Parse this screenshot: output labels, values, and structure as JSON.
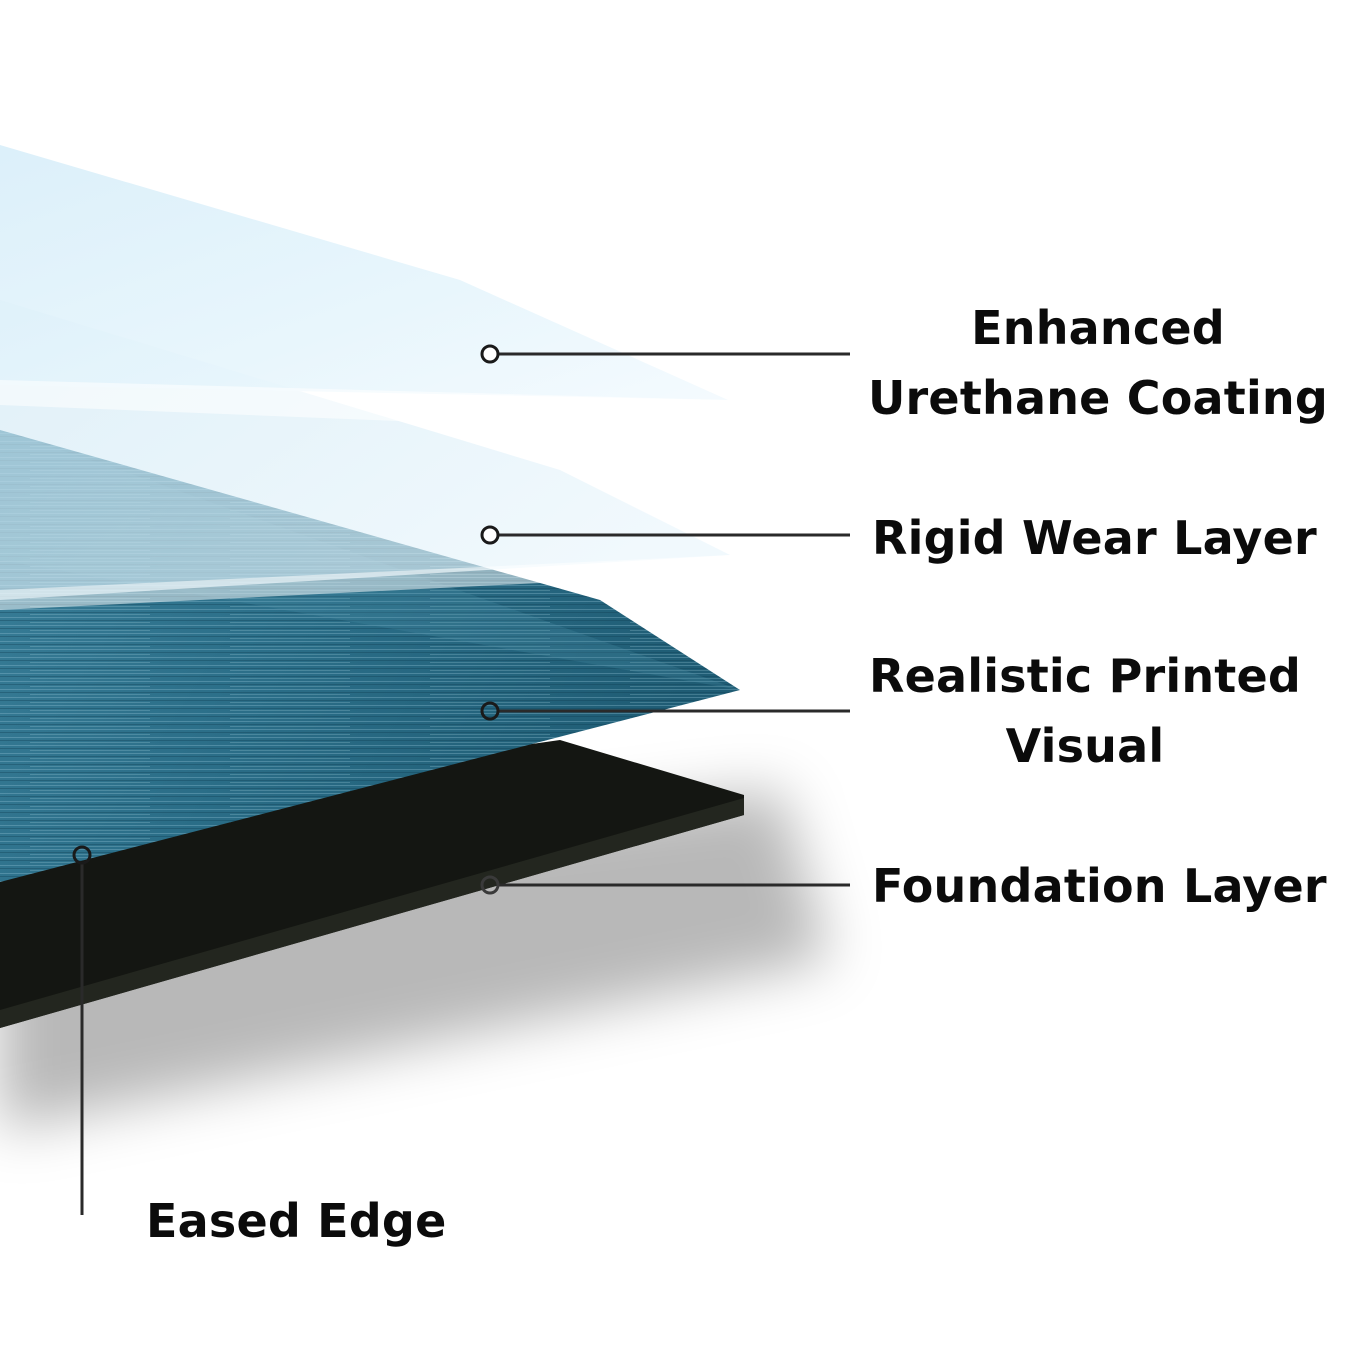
{
  "layers": [
    {
      "id": "coating",
      "lines": [
        "Enhanced",
        "Urethane Coating"
      ]
    },
    {
      "id": "wear",
      "lines": [
        "Rigid Wear Layer"
      ]
    },
    {
      "id": "visual",
      "lines": [
        "Realistic Printed",
        "Visual"
      ]
    },
    {
      "id": "foundation",
      "lines": [
        "Foundation Layer"
      ]
    }
  ],
  "edge": {
    "lines": [
      "Eased Edge"
    ]
  },
  "colors": {
    "background": "#ffffff",
    "label_text": "#0b0b0b",
    "leader_line": "#2a2a2a",
    "coating_layer": "#d9eef8",
    "wear_layer": "#e4f3fb",
    "printed_visual": "#2a6c85",
    "foundation": "#141612"
  }
}
